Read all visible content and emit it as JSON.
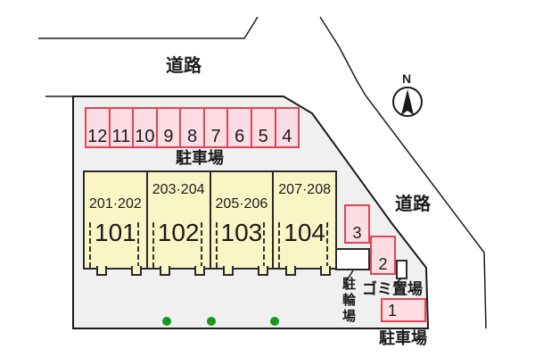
{
  "colors": {
    "site_fill": "#f0f0f0",
    "site_border": "#1a1a1a",
    "parking_fill": "#fcdde4",
    "parking_border": "#e04554",
    "building_fill": "#faf5c5",
    "building_border": "#2a2a2a",
    "box_fill": "#ffffff",
    "line": "#1a1a1a",
    "tree_green": "#18991c",
    "text": "#1a1a1a"
  },
  "labels": {
    "road_top": "道路",
    "road_right": "道路",
    "north": "N",
    "parking_lot_top": "駐車場",
    "parking_lot_bottom": "駐車場",
    "bicycle_parking": "駐輪場",
    "garbage_area": "ゴミ置場"
  },
  "parking_row": {
    "numbers": [
      "12",
      "11",
      "10",
      "9",
      "8",
      "7",
      "6",
      "5",
      "4"
    ]
  },
  "side_parking": {
    "space_3": "3",
    "space_2": "2",
    "space_1": "1"
  },
  "building": {
    "units": [
      {
        "number": "101",
        "rooms": "201·202"
      },
      {
        "number": "102",
        "rooms": "203·204"
      },
      {
        "number": "103",
        "rooms": "205·206"
      },
      {
        "number": "104",
        "rooms": "207·208"
      }
    ]
  }
}
